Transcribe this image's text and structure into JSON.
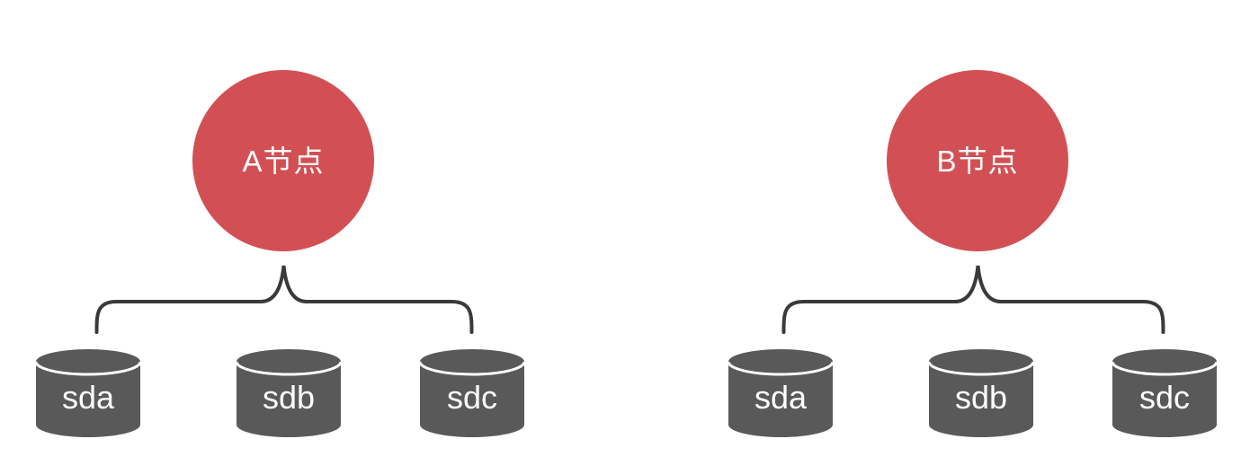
{
  "colors": {
    "background": "#ffffff",
    "node_fill": "#d25054",
    "node_text": "#ffffff",
    "disk_fill": "#595959",
    "disk_text": "#ffffff",
    "disk_separator": "#ffffff",
    "brace_stroke": "#3a3a3c"
  },
  "groups": [
    {
      "node_label": "A节点",
      "disks": [
        {
          "label": "sda"
        },
        {
          "label": "sdb"
        },
        {
          "label": "sdc"
        }
      ]
    },
    {
      "node_label": "B节点",
      "disks": [
        {
          "label": "sda"
        },
        {
          "label": "sdb"
        },
        {
          "label": "sdc"
        }
      ]
    }
  ]
}
